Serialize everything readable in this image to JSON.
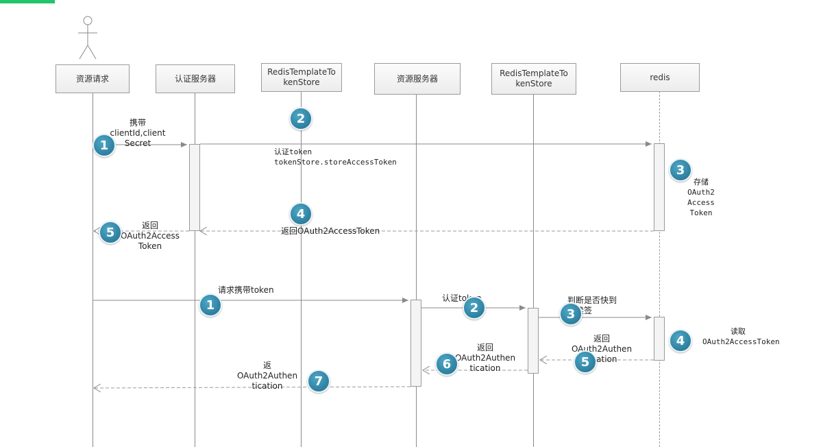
{
  "participants": [
    {
      "label": "资源请求"
    },
    {
      "label": "认证服务器"
    },
    {
      "label": "RedisTemplateTokenStore"
    },
    {
      "label": "资源服务器"
    },
    {
      "label": "RedisTemplateTokenStore"
    },
    {
      "label": "redis"
    }
  ],
  "flow1": {
    "step1": {
      "num": "1",
      "text": "携带\nclientId,clientSecret"
    },
    "step2": {
      "num": "2",
      "text": "认证token\ntokenStore.storeAccessToken"
    },
    "step3": {
      "num": "3",
      "text": "存储\nOAuth2AccessToken"
    },
    "step4": {
      "num": "4",
      "text": "返回OAuth2AccessToken"
    },
    "step5": {
      "num": "5",
      "text": "返回\nOAuth2AccessToken"
    }
  },
  "flow2": {
    "step1": {
      "num": "1",
      "text": "请求携带token"
    },
    "step2": {
      "num": "2",
      "text": "认证token"
    },
    "step3": {
      "num": "3",
      "text": "判断是否快到\n期续签"
    },
    "step4": {
      "num": "4",
      "text": "读取\nOAuth2AccessToken"
    },
    "step5": {
      "num": "5",
      "text": "返回\nOAuth2Authentication"
    },
    "step6": {
      "num": "6",
      "text": "返回\nOAuth2Authentication"
    },
    "step7": {
      "num": "7",
      "text": "返\nOAuth2Authentication"
    }
  },
  "colors": {
    "badge": "#2f86a8",
    "accent_bar": "#21c56a"
  }
}
